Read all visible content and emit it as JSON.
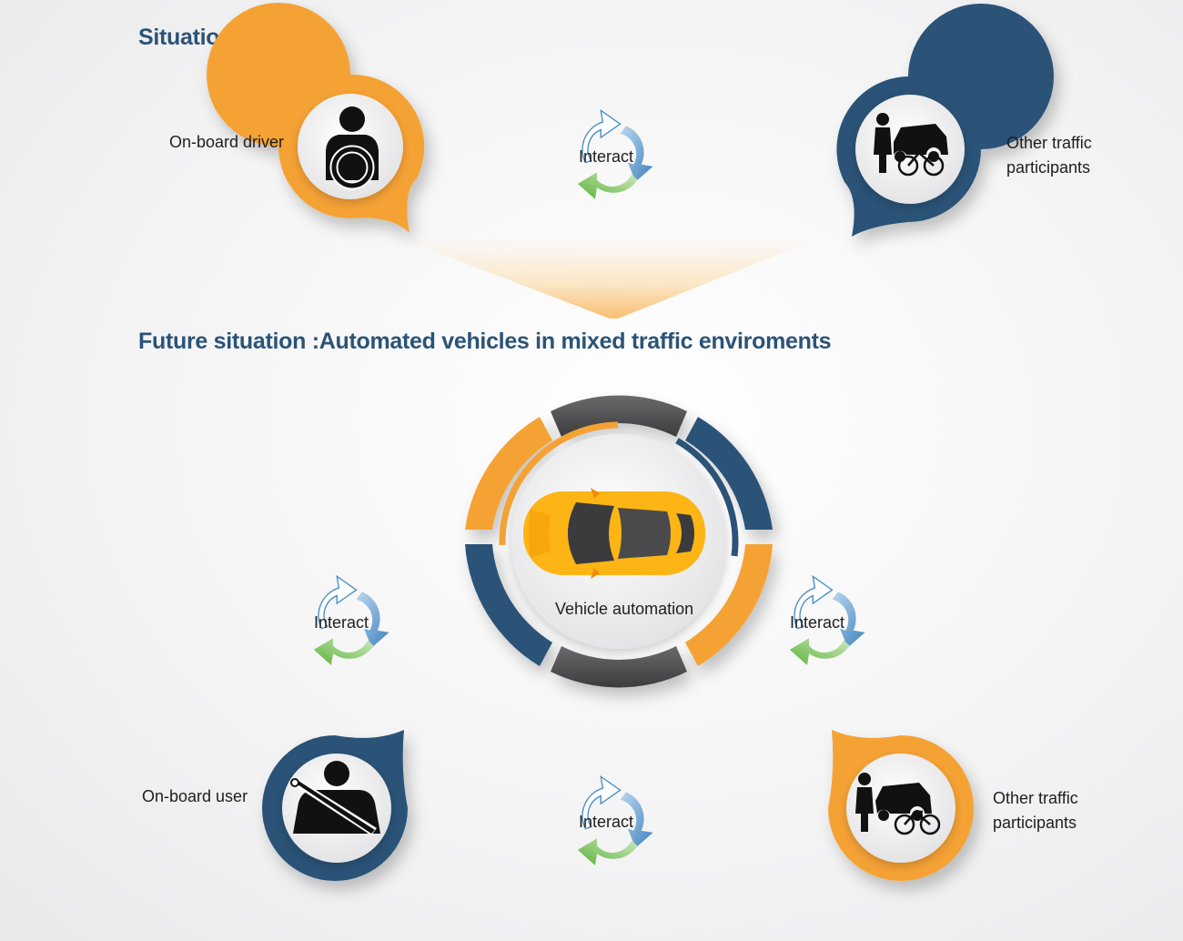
{
  "today": {
    "title": "Situation Today",
    "driver_label": "On-board driver",
    "interact_label": "Interact",
    "participants_label_line1": "Other traffic",
    "participants_label_line2": "participants"
  },
  "future": {
    "title": "Future situation :Automated vehicles in mixed traffic enviroments",
    "center_label": "Vehicle automation",
    "interact_left": "Interact",
    "interact_right": "Interact",
    "interact_bottom": "Interact",
    "user_label": "On-board user",
    "participants_label_line1": "Other traffic",
    "participants_label_line2": "participants"
  },
  "colors": {
    "orange": "#f5a235",
    "navy": "#2b5377",
    "dark_gray": "#4a4a4c",
    "arrow_blue": "#4a8fc6",
    "arrow_green": "#6cbd45",
    "car_yellow": "#fcb514"
  },
  "icons": [
    "driver-steering-icon",
    "pedestrian-car-bicycle-icon",
    "seatbelt-user-icon",
    "cycle-arrows-icon",
    "car-top-view-icon"
  ]
}
